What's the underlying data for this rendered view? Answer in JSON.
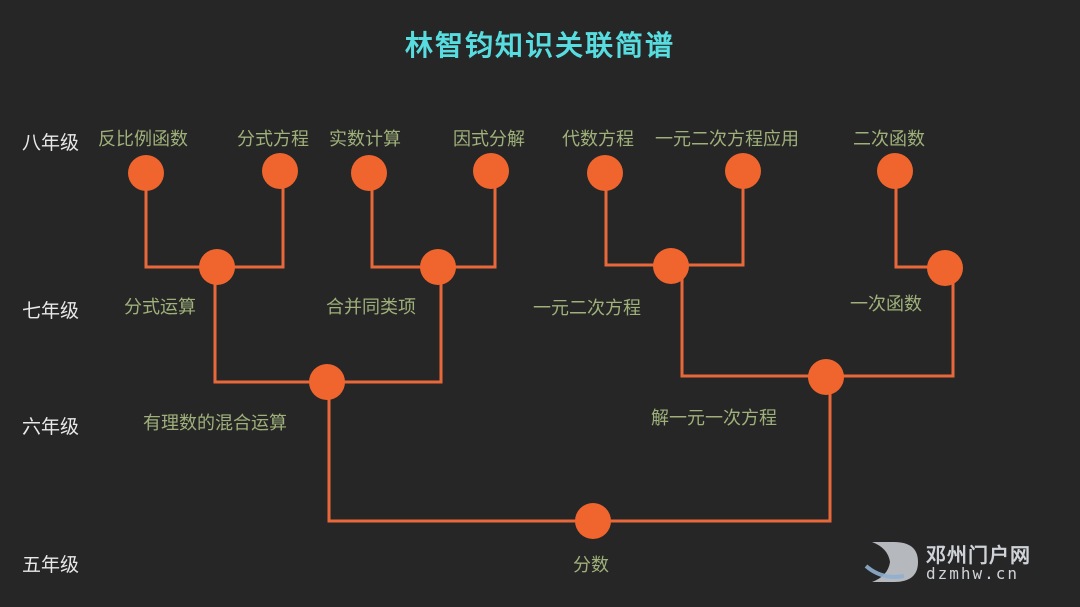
{
  "title": "林智钧知识关联简谱",
  "grades": {
    "g8": "八年级",
    "g7": "七年级",
    "g6": "六年级",
    "g5": "五年级"
  },
  "nodes": {
    "fanbili": "反比例函数",
    "fenshifangcheng": "分式方程",
    "shishujisuan": "实数计算",
    "yinshifenjie": "因式分解",
    "daishufangcheng": "代数方程",
    "yiyuanerci_yingyong": "一元二次方程应用",
    "ercihanshu": "二次函数",
    "fenshiyunsuan": "分式运算",
    "hebingtonglei": "合并同类项",
    "yiyuanerci": "一元二次方程",
    "yicihanshu": "一次函数",
    "youlishu": "有理数的混合运算",
    "jieyiyuanyici": "解一元一次方程",
    "fenshu": "分数"
  },
  "watermark": {
    "name": "邓州门户网",
    "url": "dzmhw.cn"
  },
  "colors": {
    "background": "#262626",
    "node": "#f0652d",
    "edge": "#e9683a",
    "title": "#57dde0",
    "node_label": "#9fb07a"
  }
}
